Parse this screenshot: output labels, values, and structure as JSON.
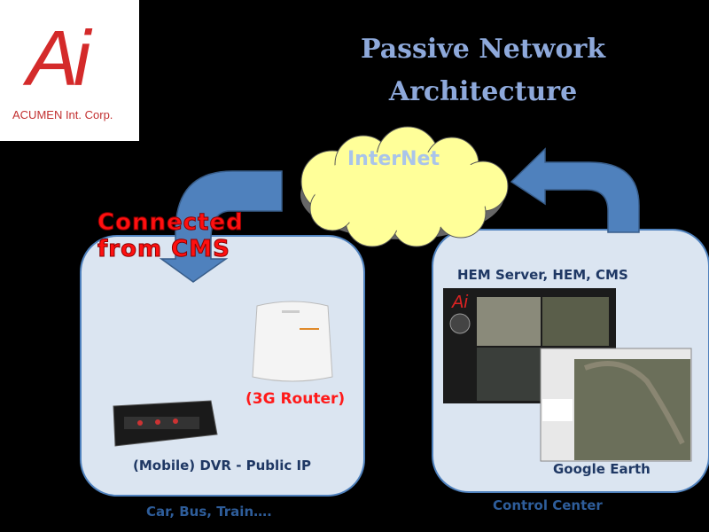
{
  "logo": {
    "mark": "Ai",
    "company": "ACUMEN Int. Corp."
  },
  "title": {
    "line1": "Passive Network",
    "line2": "Architecture"
  },
  "cloud": {
    "label": "InterNet"
  },
  "annotation": "Connected from CMS",
  "annotation_lines": [
    "Connected",
    "from CMS"
  ],
  "left": {
    "router_label": "(3G Router)",
    "dvr_label": "(Mobile) DVR - Public IP",
    "caption": "Car, Bus, Train…."
  },
  "right": {
    "server_label": "HEM Server, HEM, CMS",
    "earth_label": "Google Earth",
    "caption": "Control Center"
  },
  "colors": {
    "box_fill": "#dbe5f1",
    "arrow": "#4f81bd",
    "cloud": "#ffff99",
    "title": "#8ea9db",
    "red": "#ff1010",
    "navy": "#1f3864"
  }
}
